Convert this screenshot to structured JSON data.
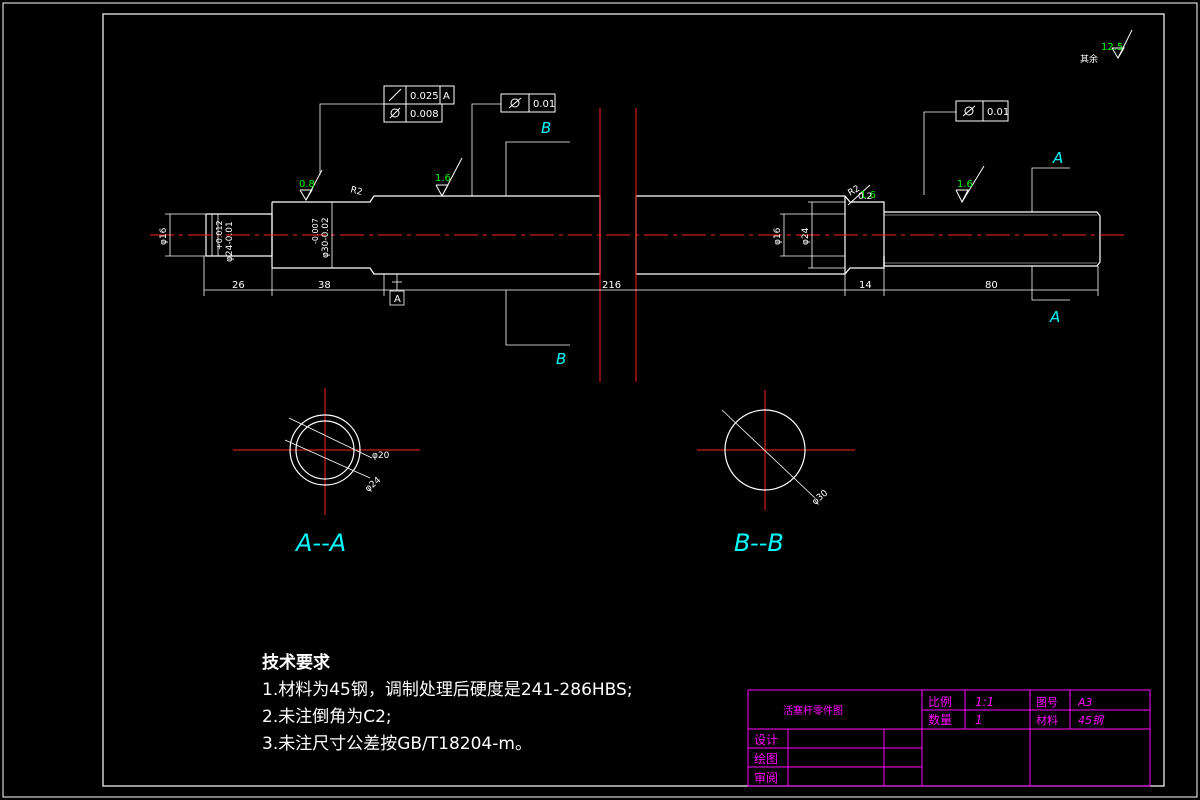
{
  "colors": {
    "background": "#000000",
    "outline": "#ffffff",
    "centerline": "#ff2020",
    "annotation": "#00ffff",
    "roughness": "#00ff00",
    "titleblock": "#ff00ff"
  },
  "tolerance_frames": {
    "left_top": [
      "0.025",
      "A"
    ],
    "left_bottom": [
      "0.008"
    ],
    "middle": [
      "0.01"
    ],
    "right": [
      "0.01"
    ]
  },
  "roughness": {
    "r1": "0.8",
    "r2": "1.6",
    "r3": "1.6",
    "r4": "1.6",
    "corner": "12.5",
    "corner_text": "其余"
  },
  "dimensions": {
    "d26": "26",
    "d38": "38",
    "d216": "216",
    "d14": "14",
    "d80": "80",
    "dia16_left": "φ16",
    "dia24_left": "φ24-0.01",
    "tol_plus": "+0.012",
    "tol_minus_a": "-0.007",
    "dia30": "φ30-0.02",
    "dia16_right": "φ16",
    "dia24_right": "φ24",
    "r_left": "R2",
    "r_right": "R2",
    "r_right_num": "0.2",
    "datum": "A",
    "sec_a_dia20": "φ20",
    "sec_a_dia24": "φ24",
    "sec_b_dia30": "φ30"
  },
  "section_marks": {
    "a": "A",
    "b": "B"
  },
  "section_titles": {
    "aa": "A--A",
    "bb": "B--B"
  },
  "tech_requirements": {
    "title": "技术要求",
    "items": [
      "1.材料为45钢，调制处理后硬度是241-286HBS;",
      "2.未注倒角为C2;",
      "3.未注尺寸公差按GB/T18204-m。"
    ]
  },
  "title_block": {
    "part_name": "活塞杆零件图",
    "scale_label": "比例",
    "scale_value": "1:1",
    "drawing_no_label": "图号",
    "drawing_no_value": "A3",
    "quantity_label": "数量",
    "quantity_value": "1",
    "material_label": "材料",
    "material_value": "45钢",
    "design_label": "设计",
    "drafting_label": "绘图",
    "review_label": "审阅"
  }
}
